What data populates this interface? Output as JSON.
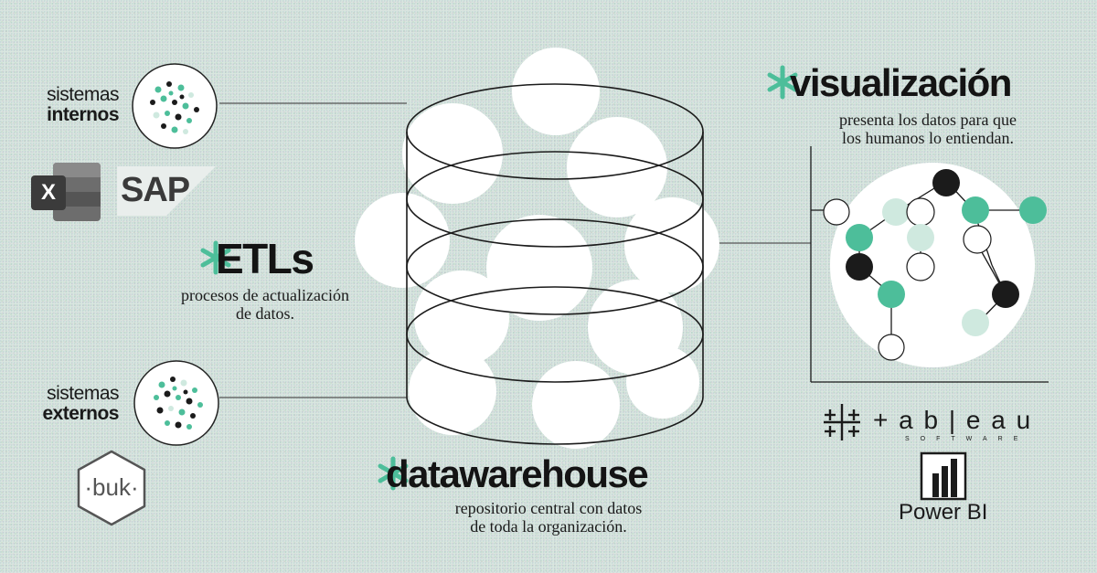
{
  "internal": {
    "line1": "sistemas",
    "line2": "internos"
  },
  "external": {
    "line1": "sistemas",
    "line2": "externos"
  },
  "etl": {
    "title": "ETLs",
    "desc1": "procesos de actualización",
    "desc2": "de datos."
  },
  "dw": {
    "title": "datawarehouse",
    "desc1": "repositorio central con datos",
    "desc2": "de toda la organización."
  },
  "viz": {
    "title": "visualización",
    "desc1": "presenta los datos para que",
    "desc2": "los humanos lo entiendan."
  },
  "logos": {
    "excel_letter": "X",
    "sap": "SAP",
    "buk": "·buk·",
    "tableau": "+ a b | e a u",
    "tableau_sub": "SOFTWARE",
    "powerbi": "Power BI"
  },
  "colors": {
    "accent": "#4dbe9a",
    "dark": "#1b1b1b",
    "light": "#cfe9df"
  }
}
